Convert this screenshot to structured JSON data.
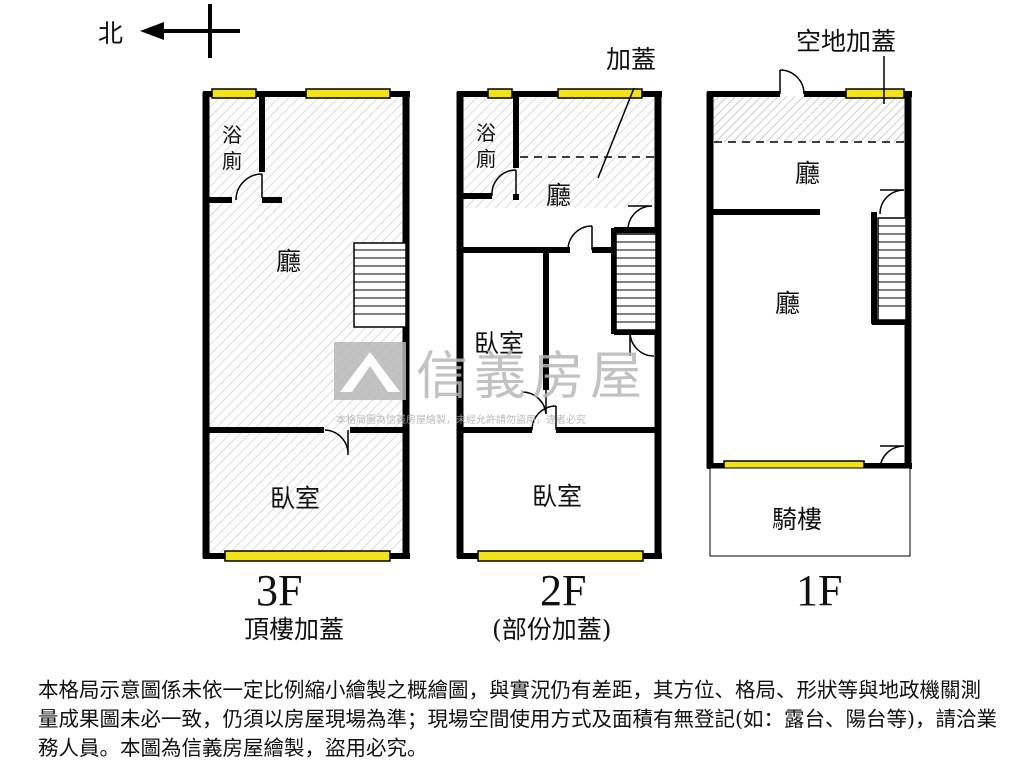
{
  "compass": {
    "north_label": "北"
  },
  "floors": [
    {
      "id": "3F",
      "label": "3F",
      "sublabel": "頂樓加蓋",
      "rooms": {
        "bath_1": "浴",
        "bath_2": "廁",
        "hall": "廳",
        "bedroom": "臥室"
      }
    },
    {
      "id": "2F",
      "label": "2F",
      "sublabel": "(部份加蓋)",
      "rooms": {
        "addition": "加蓋",
        "bath_1": "浴",
        "bath_2": "廁",
        "hall": "廳",
        "bedroom_mid": "臥室",
        "bedroom_south": "臥室"
      }
    },
    {
      "id": "1F",
      "label": "1F",
      "sublabel": "",
      "rooms": {
        "yard_addition": "空地加蓋",
        "hall_top": "廳",
        "hall_main": "廳",
        "arcade": "騎樓"
      }
    }
  ],
  "watermark": {
    "brand": "信義房屋",
    "notice": "本格局圖為信義房屋繪製，未經允許請勿盜用，違者必究"
  },
  "disclaimer": "本格局示意圖係未依一定比例縮小繪製之概繪圖，與實況仍有差距，其方位、格局、形狀等與地政機關測量成果圖未必一致，仍須以房屋現場為準；現場空間使用方式及面積有無登記(如：露台、陽台等)，請洽業務人員。本圖為信義房屋繪製，盜用必究。",
  "colors": {
    "wall": "#000000",
    "window": "#f2e21a",
    "hatch": "#bdbdbd",
    "watermark": "#b8b8b8"
  }
}
